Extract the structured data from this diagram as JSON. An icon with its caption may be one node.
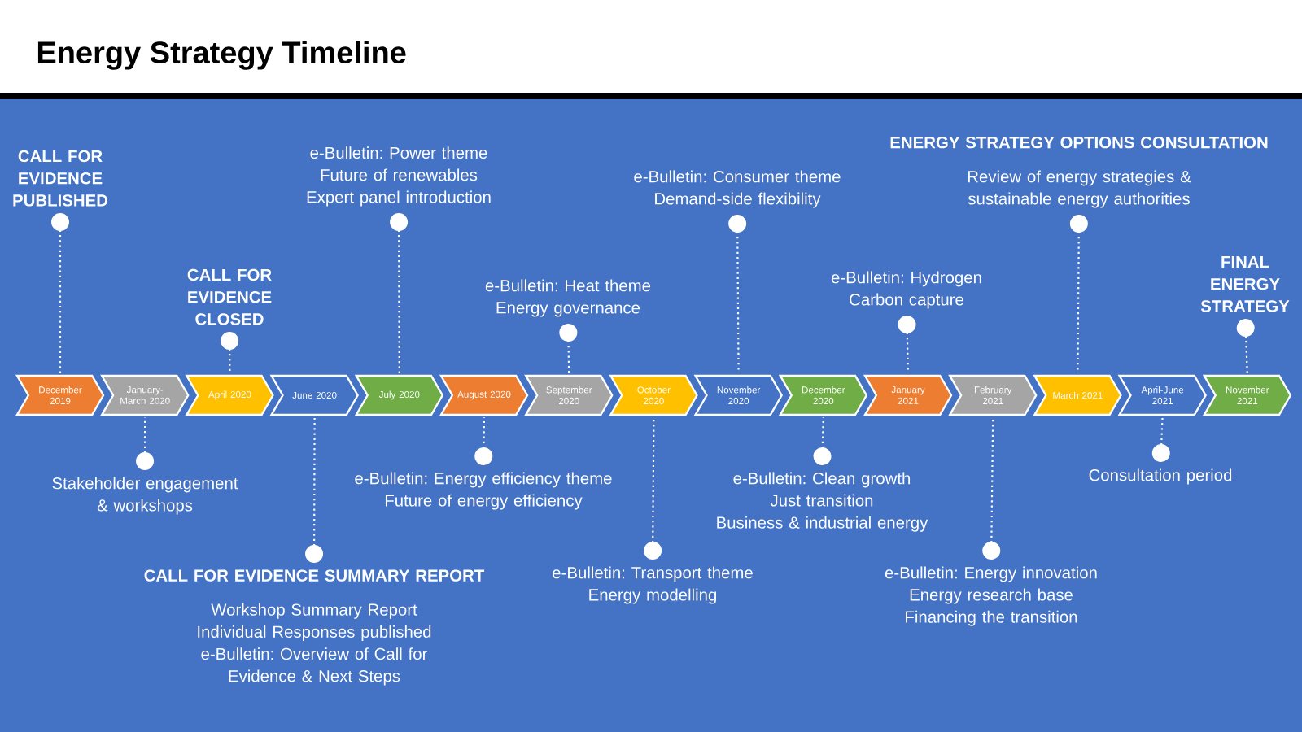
{
  "diagram": {
    "title": "Energy Strategy Timeline",
    "nodes": [
      {
        "text": [
          "December 2019"
        ]
      },
      {
        "text": [
          "January-March 2020"
        ]
      },
      {
        "text": [
          "April 2020"
        ]
      },
      {
        "text": [
          "June 2020"
        ]
      },
      {
        "text": [
          "July 2020"
        ]
      },
      {
        "text": [
          "August 2020"
        ]
      },
      {
        "text": [
          "September 2020"
        ]
      },
      {
        "text": [
          "October 2020"
        ]
      },
      {
        "text": [
          "November 2020"
        ]
      },
      {
        "text": [
          "December 2020"
        ]
      },
      {
        "text": [
          "January 2021"
        ]
      },
      {
        "text": [
          "February 2021"
        ]
      },
      {
        "text": [
          "March 2021"
        ]
      },
      {
        "text": [
          "April-June 2021"
        ]
      },
      {
        "text": [
          "November 2021"
        ]
      },
      {
        "text": [
          "CALL FOR EVIDENCE PUBLISHED"
        ]
      },
      {
        "text": [
          "Stakeholder engagement & workshops"
        ]
      },
      {
        "text": [
          "CALL FOR EVIDENCE CLOSED"
        ]
      },
      {
        "text": [
          "CALL FOR EVIDENCE SUMMARY REPORT",
          "Workshop Summary Report",
          "Individual Responses published",
          "e-Bulletin: Overview of Call for Evidence & Next Steps"
        ]
      },
      {
        "text": [
          "e-Bulletin: Power theme",
          "Future of renewables",
          "Expert panel introduction"
        ]
      },
      {
        "text": [
          "e-Bulletin: Energy efficiency theme",
          "Future of energy efficiency"
        ]
      },
      {
        "text": [
          "e-Bulletin: Heat theme",
          "Energy governance"
        ]
      },
      {
        "text": [
          "e-Bulletin: Transport theme",
          "Energy modelling"
        ]
      },
      {
        "text": [
          "e-Bulletin: Consumer theme",
          "Demand-side flexibility"
        ]
      },
      {
        "text": [
          "e-Bulletin: Clean growth",
          "Just transition",
          "Business & industrial energy"
        ]
      },
      {
        "text": [
          "e-Bulletin: Hydrogen",
          "Carbon capture"
        ]
      },
      {
        "text": [
          "e-Bulletin: Energy innovation",
          "Energy research base",
          "Financing the transition"
        ]
      },
      {
        "text": [
          "ENERGY STRATEGY OPTIONS CONSULTATION",
          "Review of energy strategies & sustainable energy authorities"
        ]
      },
      {
        "text": [
          "Consultation period"
        ]
      },
      {
        "text": [
          "FINAL ENERGY STRATEGY"
        ]
      }
    ],
    "edges": [
      {
        "from": 15,
        "to": 0,
        "arrow": "other"
      },
      {
        "from": 16,
        "to": 1,
        "arrow": "other"
      },
      {
        "from": 17,
        "to": 2,
        "arrow": "other"
      },
      {
        "from": 18,
        "to": 3,
        "arrow": "other"
      },
      {
        "from": 19,
        "to": 4,
        "arrow": "other"
      },
      {
        "from": 20,
        "to": 5,
        "arrow": "other"
      },
      {
        "from": 21,
        "to": 6,
        "arrow": "other"
      },
      {
        "from": 22,
        "to": 7,
        "arrow": "other"
      },
      {
        "from": 23,
        "to": 8,
        "arrow": "other"
      },
      {
        "from": 24,
        "to": 9,
        "arrow": "other"
      },
      {
        "from": 25,
        "to": 10,
        "arrow": "other"
      },
      {
        "from": 26,
        "to": 11,
        "arrow": "other"
      },
      {
        "from": 27,
        "to": 12,
        "arrow": "other"
      },
      {
        "from": 28,
        "to": 13,
        "arrow": "other"
      },
      {
        "from": 29,
        "to": 14,
        "arrow": "other"
      }
    ]
  }
}
